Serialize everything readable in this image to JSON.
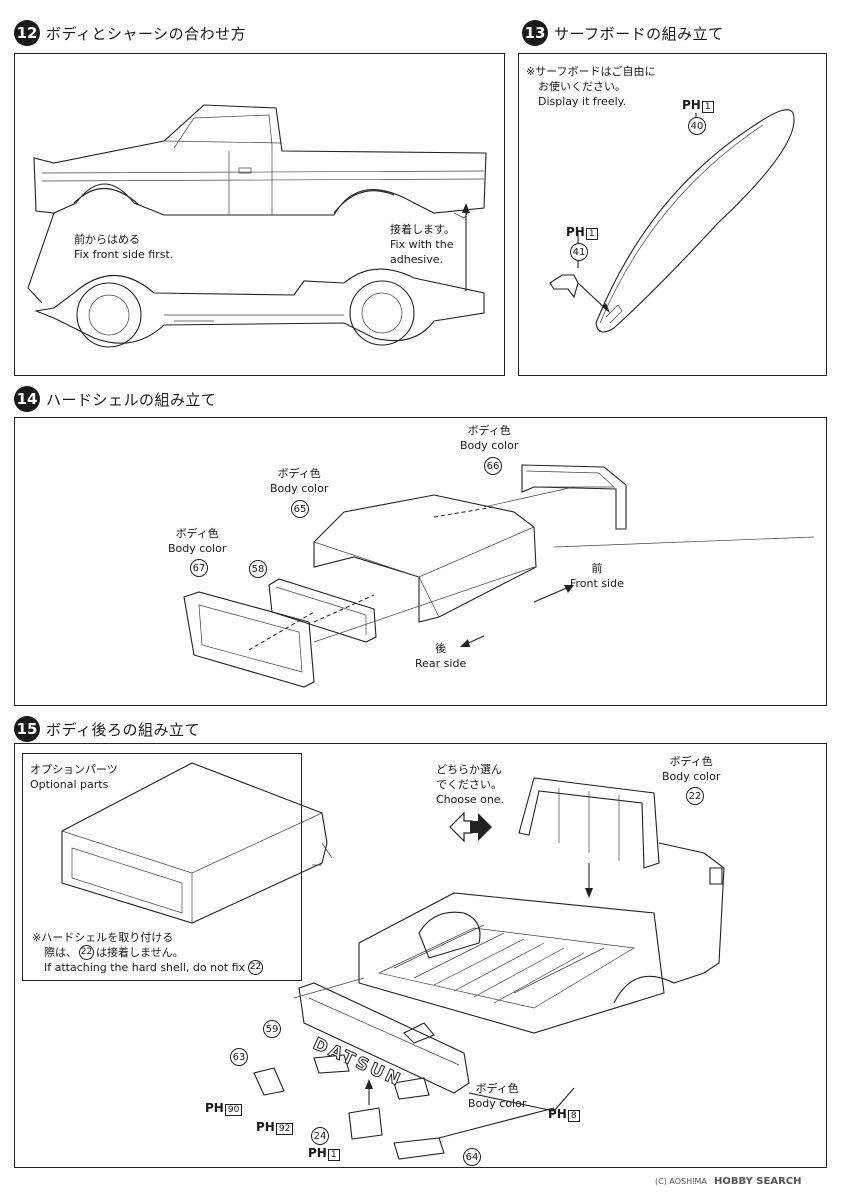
{
  "step12": {
    "num": "12",
    "title": "ボディとシャーシの合わせ方",
    "note_front_jp": "前からはめる",
    "note_front_en": "Fix front side first.",
    "note_glue_jp": "接着します。",
    "note_glue_en1": "Fix with the",
    "note_glue_en2": "adhesive."
  },
  "step13": {
    "num": "13",
    "title": "サーフボードの組み立て",
    "note_jp1": "※サーフボードはご自由に",
    "note_jp2": "お使いください。",
    "note_en": "Display it freely.",
    "part40": "40",
    "part41": "41",
    "runner40": "1",
    "runner41": "1"
  },
  "step14": {
    "num": "14",
    "title": "ハードシェルの組み立て",
    "color_jp": "ボディ色",
    "color_en": "Body color",
    "part66": "66",
    "part65": "65",
    "part67": "67",
    "part58": "58",
    "front_jp": "前",
    "front_en": "Front side",
    "rear_jp": "後",
    "rear_en": "Rear side"
  },
  "step15": {
    "num": "15",
    "title": "ボディ後ろの組み立て",
    "option_jp": "オプションパーツ",
    "option_en": "Optional parts",
    "warn_jp1": "※ハードシェルを取り付ける",
    "warn_jp2a": "際は、",
    "warn_jp2b": "は接着しません。",
    "warn_en": "If attaching the hard shell, do not fix",
    "warn_part": "22",
    "choose_jp1": "どちらか選ん",
    "choose_jp2": "でください。",
    "choose_en": "Choose one.",
    "color_jp": "ボディ色",
    "color_en": "Body color",
    "part22": "22",
    "part59": "59",
    "part63": "63",
    "part24": "24",
    "part64": "64",
    "runner_r90": "90",
    "runner_r92": "92",
    "runner_r1": "1",
    "runner_r8": "8",
    "tailgate_text": "DATSUN"
  },
  "runner_prefix": "PH",
  "watermark": "HOBBY SEARCH",
  "watermark_code": "(C) AOSHIMA"
}
